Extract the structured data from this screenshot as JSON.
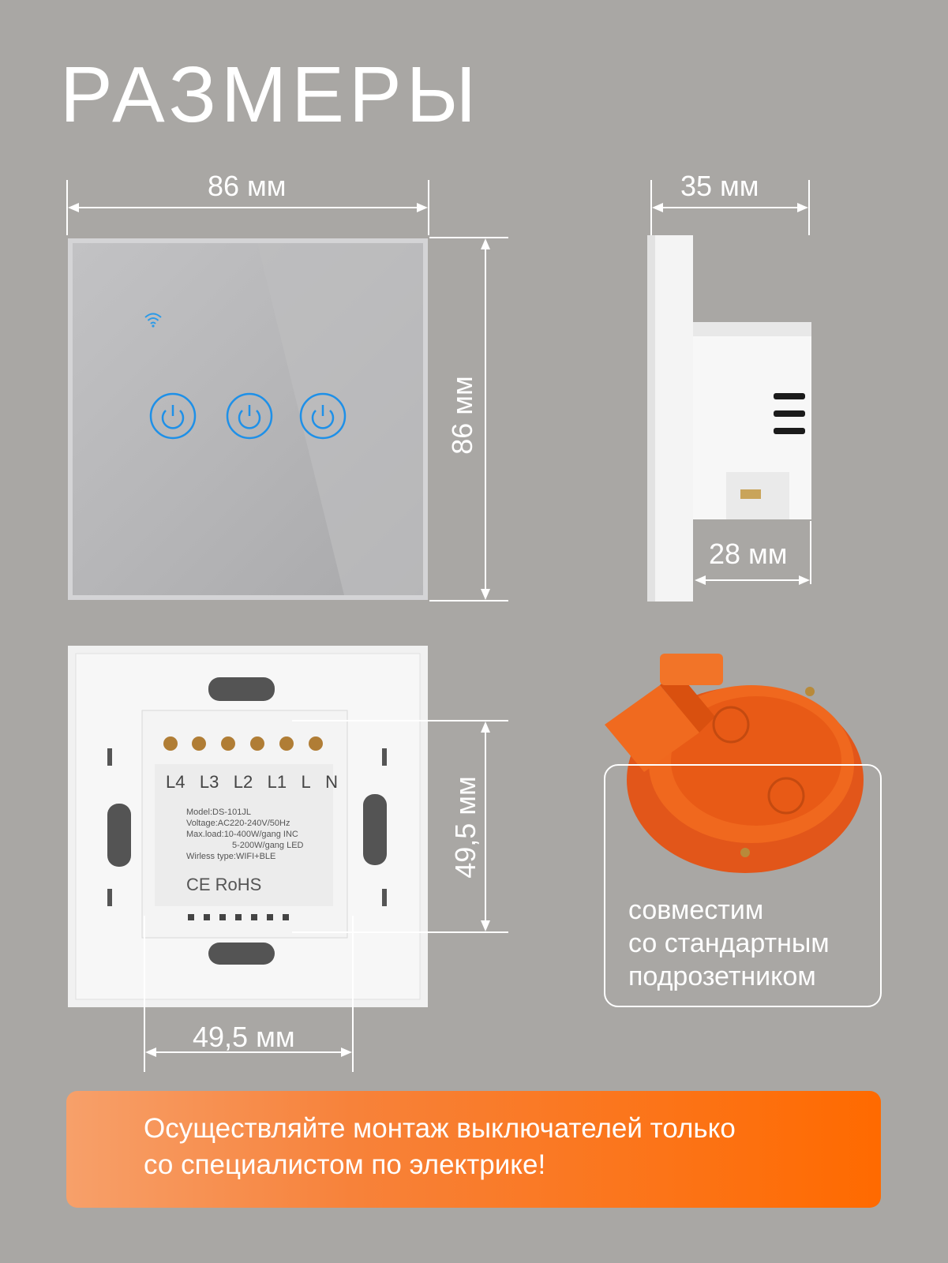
{
  "title": "РАЗМЕРЫ",
  "dimensions": {
    "front_width": "86 мм",
    "front_height": "86 мм",
    "side_depth": "35 мм",
    "side_inner_depth": "28 мм",
    "back_height": "49,5 мм",
    "back_width": "49,5 мм"
  },
  "back_label": {
    "terminals": [
      "L4",
      "L3",
      "L2",
      "L1",
      "L",
      "N"
    ],
    "model": "Model:DS-101JL",
    "voltage": "Voltage:AC220-240V/50Hz",
    "maxload_1": "Max.load:10-400W/gang  INC",
    "maxload_2": "5-200W/gang  LED",
    "wireless": "Wirless type:WIFI+BLE",
    "marks": "CE RoHS"
  },
  "compat_note": [
    "совместим",
    "со стандартным",
    "подрозетником"
  ],
  "warning": [
    "Осуществляйте монтаж выключателей только",
    "со специалистом по электрике!"
  ],
  "colors": {
    "background": "#a9a7a4",
    "accent_orange": "#ff6a00",
    "touch_blue": "#1e90e8"
  }
}
